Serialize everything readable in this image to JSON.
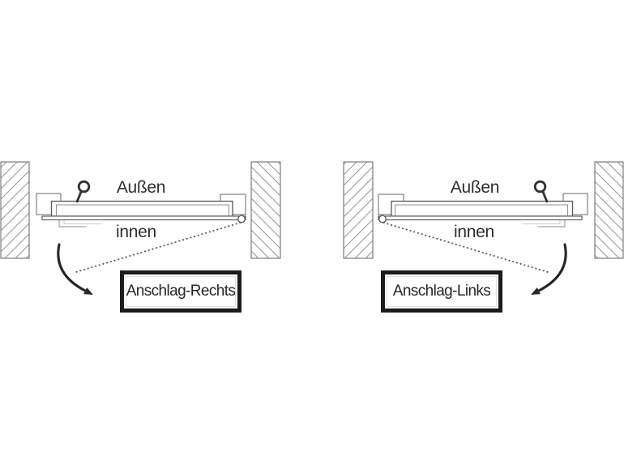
{
  "figure": {
    "background": "#ffffff",
    "panels": [
      {
        "id": "hinge-right",
        "outside_label": "Außen",
        "inside_label": "innen",
        "box_label": "Anschlag-Rechts",
        "hinge_side": "right"
      },
      {
        "id": "hinge-left",
        "outside_label": "Außen",
        "inside_label": "innen",
        "box_label": "Anschlag-Links",
        "hinge_side": "left"
      }
    ],
    "colors": {
      "box_border": "#1c1c1c",
      "text": "#2e2e2e",
      "arrow": "#262626",
      "door_line": "#606060",
      "frame_line": "#8a8a8a",
      "hatch_line": "#9a9a9a",
      "dotted_line": "#555555"
    }
  }
}
